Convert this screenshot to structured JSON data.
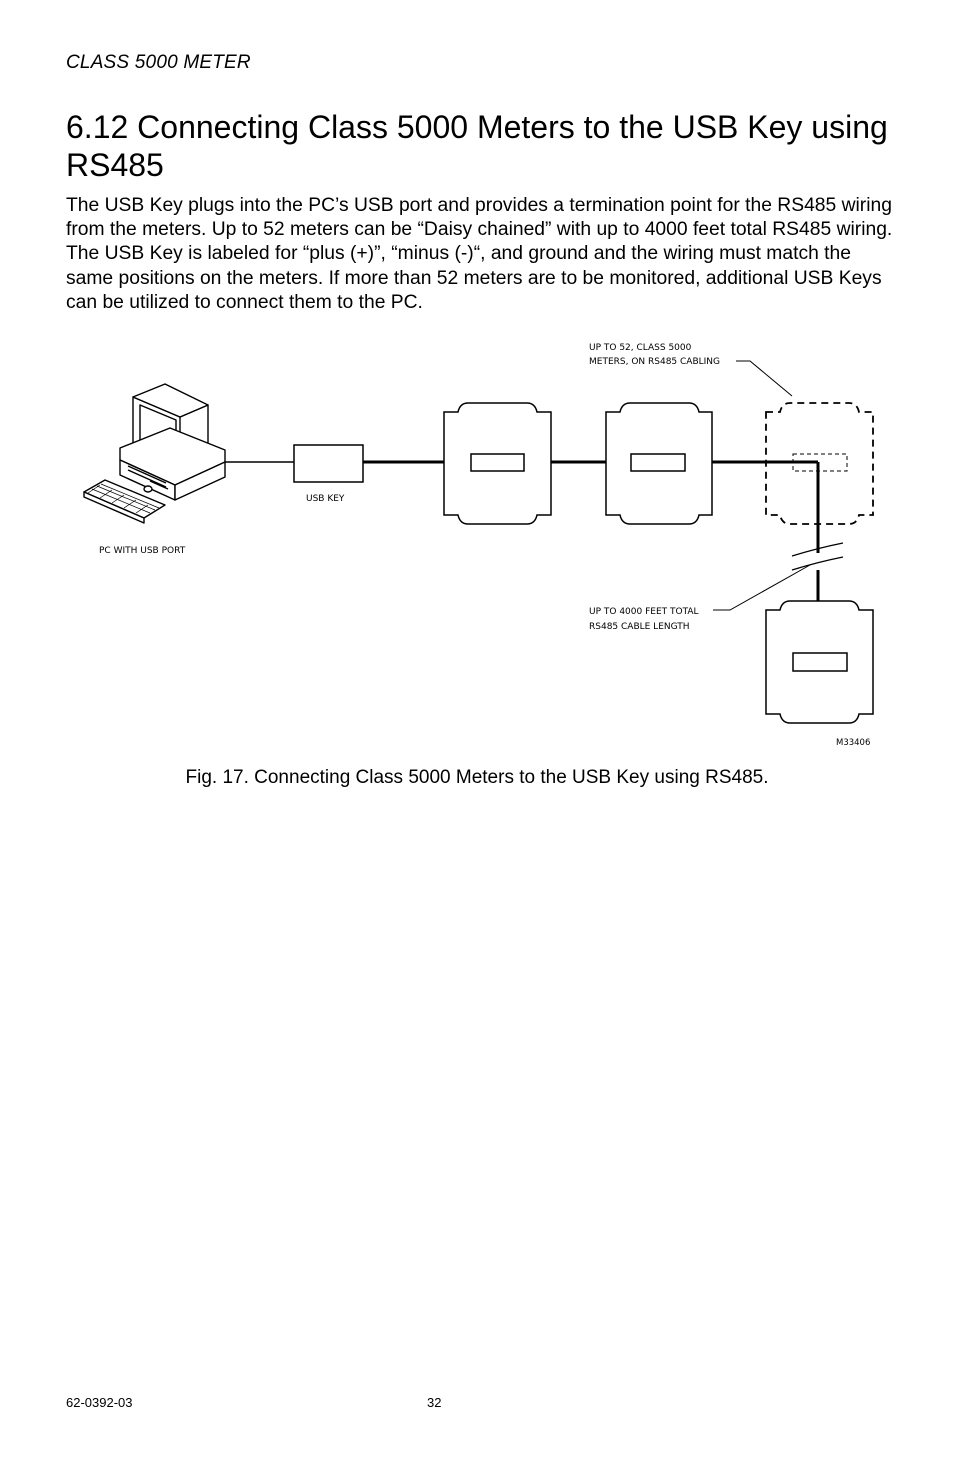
{
  "header": {
    "running_title": "CLASS 5000 METER"
  },
  "section": {
    "title": "6.12 Connecting Class 5000 Meters to the USB Key using RS485",
    "body": "The USB Key plugs into the PC’s USB port and provides a termination point for the RS485 wiring from the meters. Up to 52 meters can be “Daisy chained” with up to 4000 feet total RS485 wiring. The USB Key is labeled for “plus (+)”, “minus (-)“, and ground and the wiring must match the same positions on the meters. If more than 52 meters are to be monitored, additional USB Keys can be utilized to connect them to the PC."
  },
  "figure": {
    "labels": {
      "pc": "PC WITH USB PORT",
      "usb_key": "USB KEY",
      "meters_line1": "UP TO 52, CLASS 5000",
      "meters_line2": "METERS, ON RS485 CABLING",
      "cable_line1": "UP TO 4000 FEET TOTAL",
      "cable_line2": "RS485 CABLE LENGTH",
      "figure_id": "M33406"
    },
    "caption": "Fig. 17. Connecting Class 5000 Meters to the USB Key using RS485."
  },
  "footer": {
    "doc_number": "62-0392-03",
    "page_number": "32"
  }
}
